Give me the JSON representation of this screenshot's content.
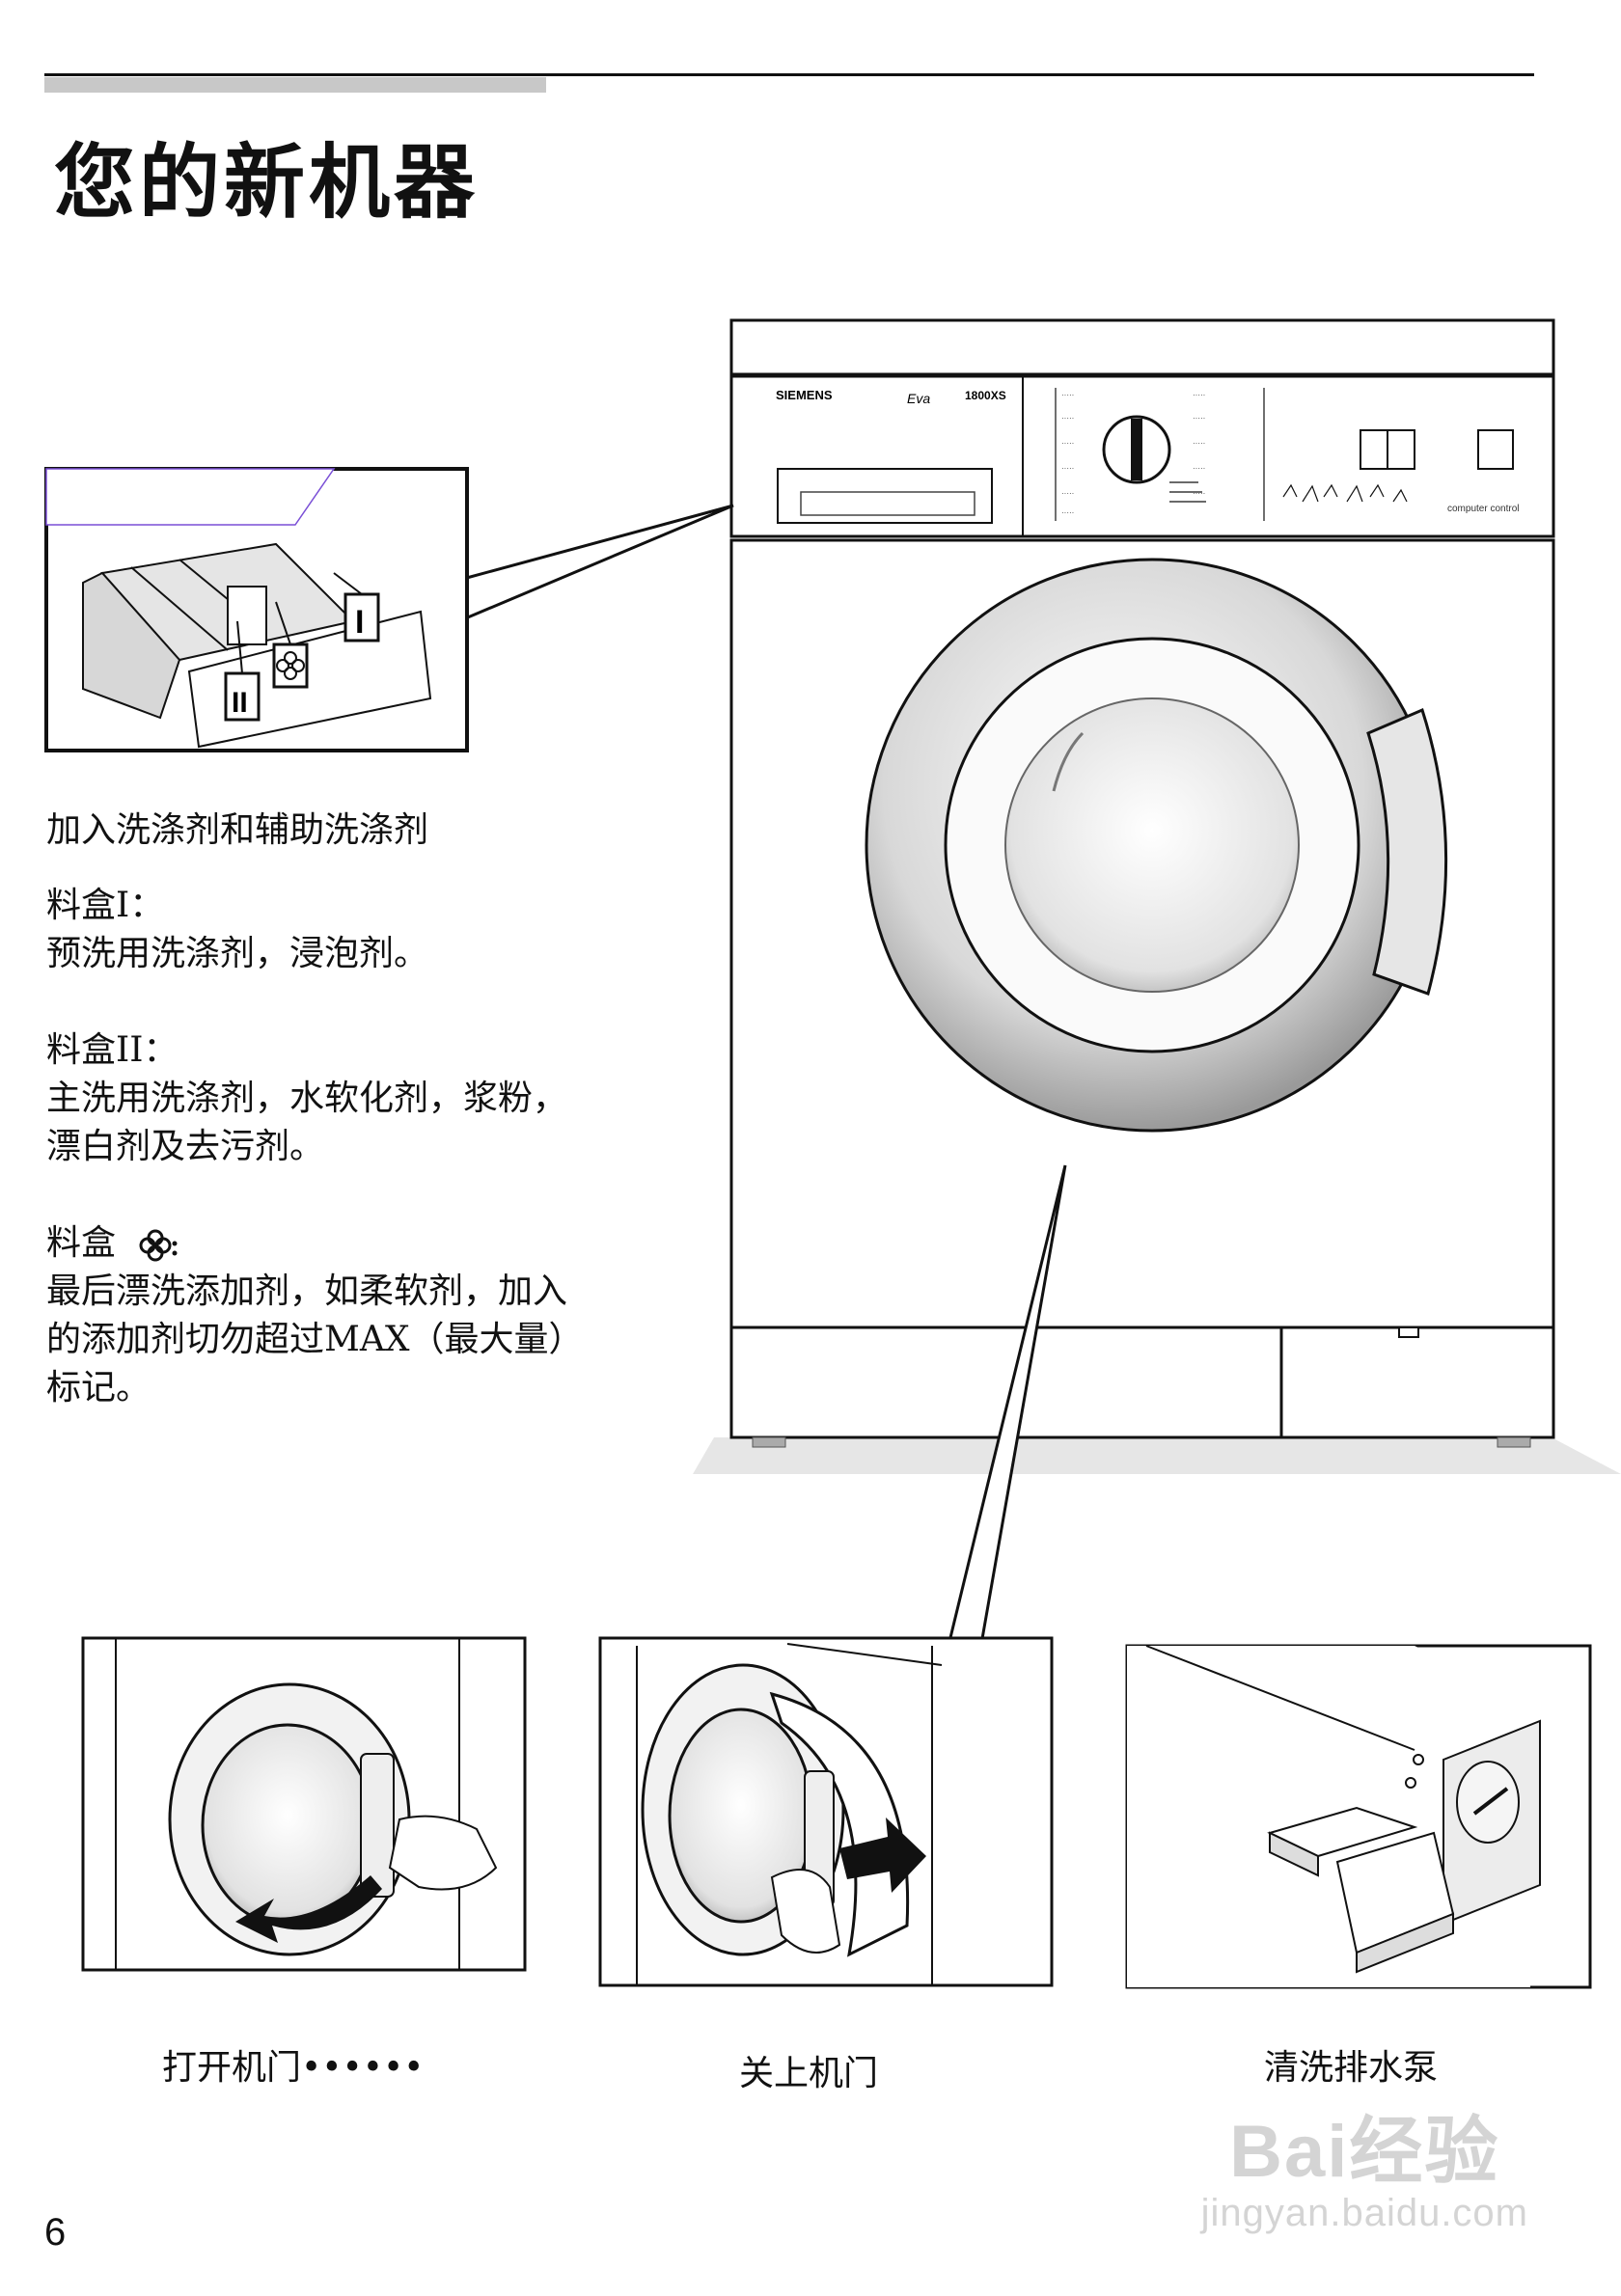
{
  "page": {
    "title": "您的新机器",
    "page_number": "6"
  },
  "machine": {
    "brand": "SIEMENS",
    "model": "1800XS",
    "logo_script": "Eva",
    "panel_label": "computer control"
  },
  "dispenser": {
    "heading": "加入洗涤剂和辅助洗涤剂",
    "box1_title": "料盒I：",
    "box1_desc": "预洗用洗涤剂，浸泡剂。",
    "box2_title": "料盒II：",
    "box2_desc_line1": "主洗用洗涤剂，水软化剂，浆粉，",
    "box2_desc_line2": "漂白剂及去污剂。",
    "box3_title": "料盒",
    "box3_desc_line1": "最后漂洗添加剂，如柔软剂，加入",
    "box3_desc_line2": "的添加剂切勿超过MAX（最大量）",
    "box3_desc_line3": "标记。",
    "label_I": "I",
    "label_II": "II"
  },
  "captions": {
    "open_door": "打开机门••••••",
    "close_door": "关上机门",
    "clean_pump": "清洗排水泵"
  },
  "watermark": {
    "brand": "Bai经验",
    "url": "jingyan.baidu.com"
  }
}
